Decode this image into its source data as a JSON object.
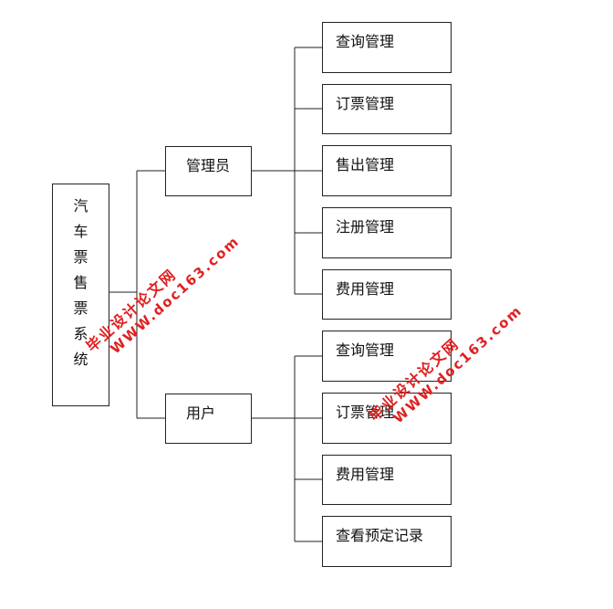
{
  "root": {
    "label": "汽车票售票系统"
  },
  "roles": [
    {
      "label": "管理员"
    },
    {
      "label": "用户"
    }
  ],
  "admin_functions": [
    "查询管理",
    "订票管理",
    "售出管理",
    "注册管理",
    "费用管理"
  ],
  "user_functions": [
    "查询管理",
    "订票管理",
    "费用管理",
    "查看预定记录"
  ],
  "watermark": {
    "cn": "毕业设计论文网",
    "en": "WWW.doc163.com"
  },
  "colors": {
    "line": "#222222",
    "watermark": "#e02020"
  }
}
